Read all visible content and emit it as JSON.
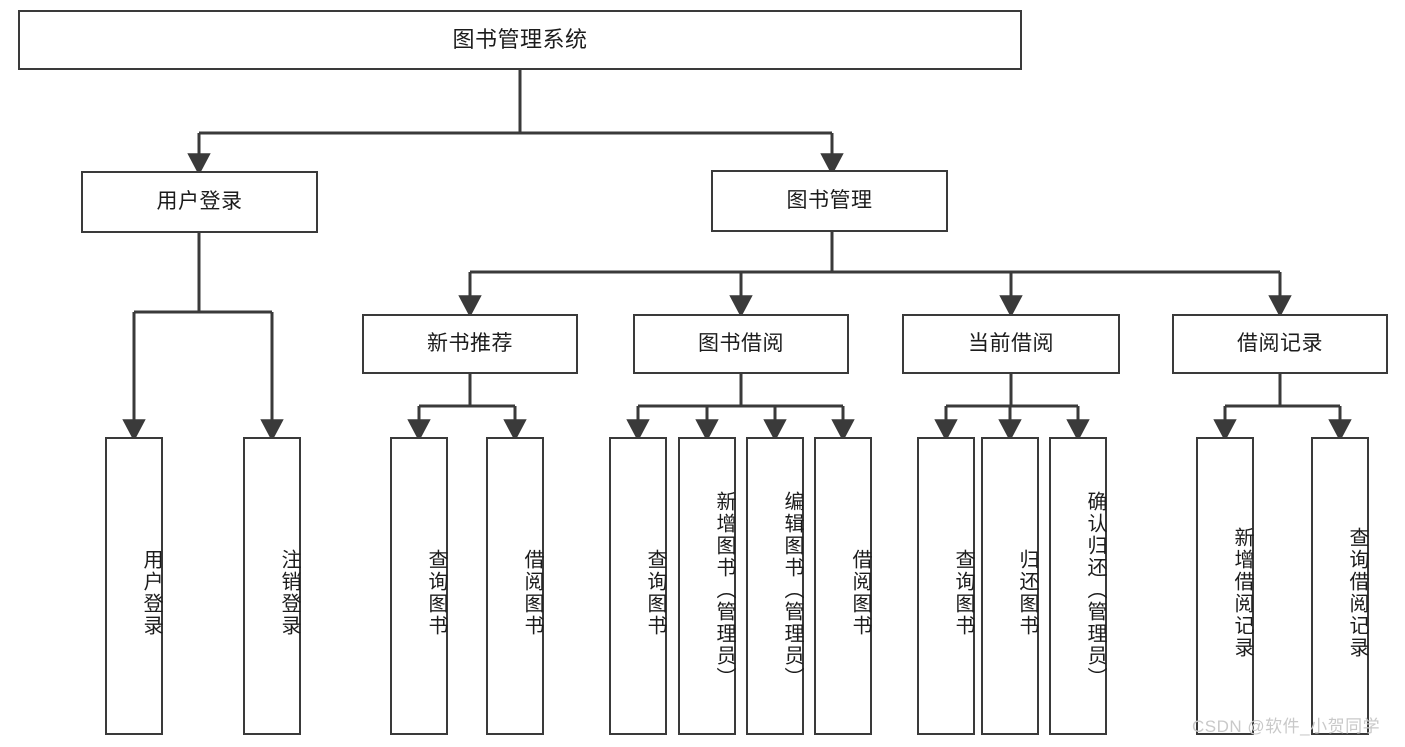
{
  "diagram": {
    "type": "tree",
    "title": "图书管理系统",
    "orientation": "top-down",
    "colors": {
      "box_border": "#3a3a3a",
      "box_fill": "#ffffff",
      "edge": "#3a3a3a",
      "text": "#1c1c1c",
      "background": "#ffffff",
      "watermark": "#c9c9c9"
    },
    "nodes": {
      "root": {
        "label": "图书管理系统"
      },
      "level2": [
        {
          "id": "user-login",
          "label": "用户登录"
        },
        {
          "id": "book-manage",
          "label": "图书管理"
        }
      ],
      "level3": [
        {
          "id": "new-book-rec",
          "label": "新书推荐"
        },
        {
          "id": "book-borrow",
          "label": "图书借阅"
        },
        {
          "id": "current-borrow",
          "label": "当前借阅"
        },
        {
          "id": "borrow-record",
          "label": "借阅记录"
        }
      ],
      "leaves": {
        "user-login": [
          {
            "id": "leaf-user-login",
            "label": "用户登录"
          },
          {
            "id": "leaf-logout",
            "label": "注销登录"
          }
        ],
        "new-book-rec": [
          {
            "id": "leaf-query-book-1",
            "label": "查询图书"
          },
          {
            "id": "leaf-borrow-book-1",
            "label": "借阅图书"
          }
        ],
        "book-borrow": [
          {
            "id": "leaf-query-book-2",
            "label": "查询图书"
          },
          {
            "id": "leaf-add-book",
            "label": "新增图书（管理员）"
          },
          {
            "id": "leaf-edit-book",
            "label": "编辑图书（管理员）"
          },
          {
            "id": "leaf-borrow-book-2",
            "label": "借阅图书"
          }
        ],
        "current-borrow": [
          {
            "id": "leaf-query-book-3",
            "label": "查询图书"
          },
          {
            "id": "leaf-return-book",
            "label": "归还图书"
          },
          {
            "id": "leaf-confirm-return",
            "label": "确认归还（管理员）"
          }
        ],
        "borrow-record": [
          {
            "id": "leaf-add-record",
            "label": "新增借阅记录"
          },
          {
            "id": "leaf-query-record",
            "label": "查询借阅记录"
          }
        ]
      }
    }
  },
  "watermark": {
    "text": "CSDN @软件_小贺同学"
  }
}
